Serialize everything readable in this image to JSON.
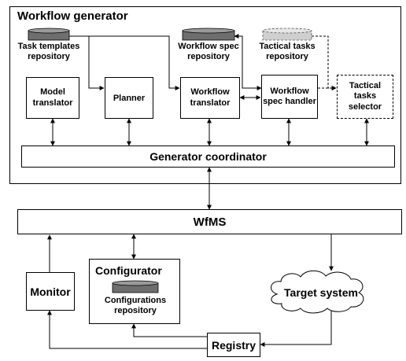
{
  "generator": {
    "title": "Workflow generator",
    "task_templates_repo": "Task templates repository",
    "model_translator": "Model translator",
    "planner": "Planner",
    "workflow_spec_repo": "Workflow spec repository",
    "workflow_translator": "Workflow translator",
    "tactical_tasks_repo": "Tactical tasks repository",
    "workflow_spec_handler": "Workflow spec handler",
    "tactical_tasks_selector": "Tactical tasks selector",
    "coordinator": "Generator coordinator"
  },
  "runtime": {
    "wfms": "WfMS",
    "monitor": "Monitor",
    "configurator": "Configurator",
    "configurations_repo": "Configurations repository",
    "target_system": "Target system",
    "registry": "Registry"
  },
  "colors": {
    "line": "#000000",
    "db_fill": "#6e6e6e",
    "db_fill_light": "#cfcfcf",
    "background": "#ffffff"
  }
}
